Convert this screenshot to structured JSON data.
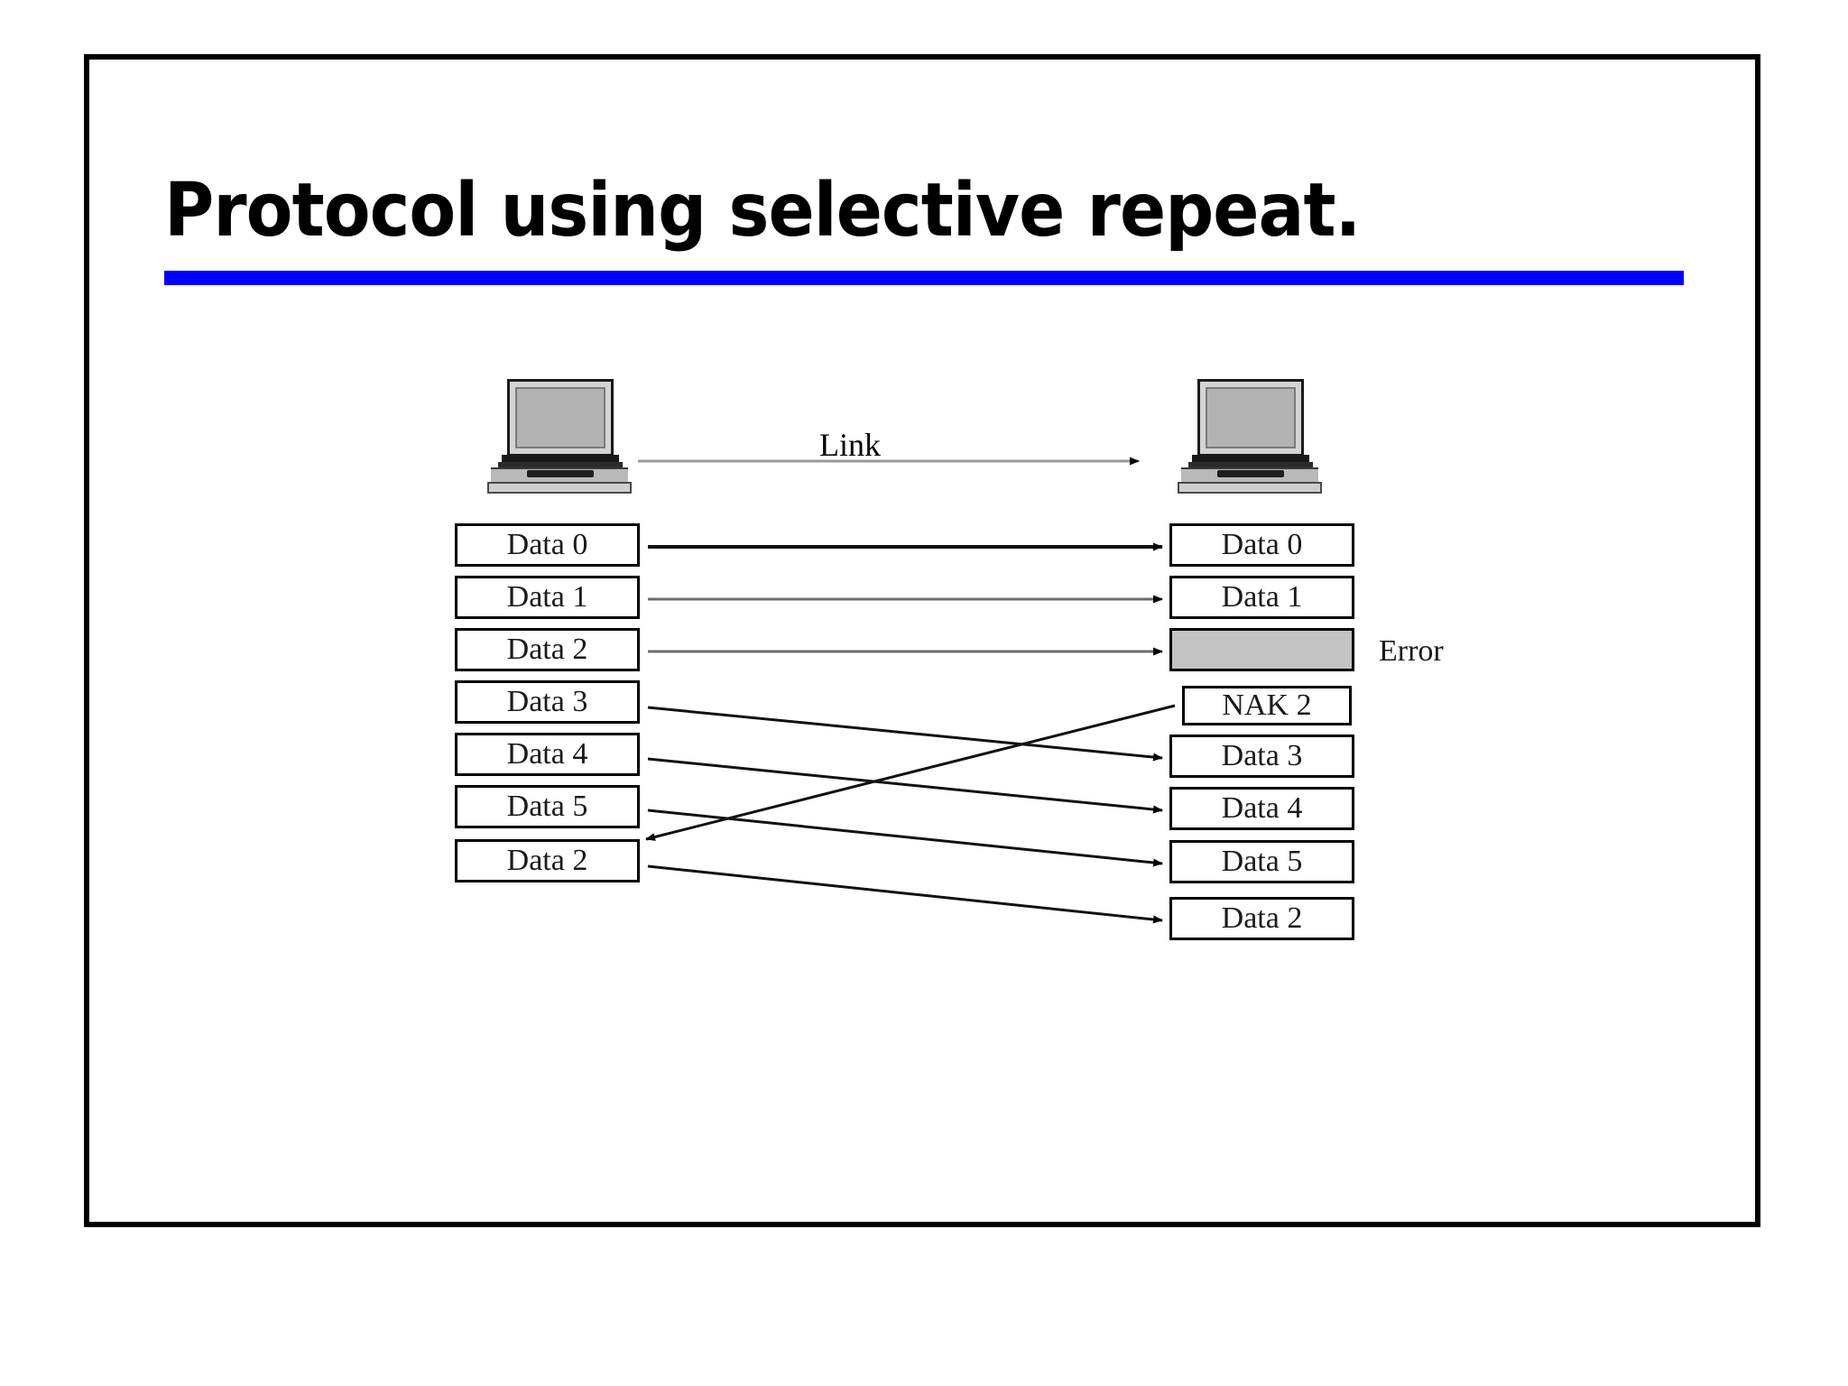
{
  "slide": {
    "title": "Protocol using selective repeat.",
    "rule_color": "#0000ff",
    "frame_border_color": "#000000",
    "background": "#ffffff"
  },
  "diagram": {
    "link_label": "Link",
    "error_label": "Error",
    "sender_icon": "laptop-icon",
    "receiver_icon": "laptop-icon",
    "error_fill": "#c3c3c3",
    "sender_frames": [
      {
        "label": "Data 0"
      },
      {
        "label": "Data 1"
      },
      {
        "label": "Data 2"
      },
      {
        "label": "Data 3"
      },
      {
        "label": "Data 4"
      },
      {
        "label": "Data 5"
      },
      {
        "label": "Data 2"
      }
    ],
    "receiver_frames": [
      {
        "label": "Data 0",
        "kind": "data"
      },
      {
        "label": "Data 1",
        "kind": "data"
      },
      {
        "label": "",
        "kind": "error"
      },
      {
        "label": "NAK 2",
        "kind": "nak"
      },
      {
        "label": "Data 3",
        "kind": "data"
      },
      {
        "label": "Data 4",
        "kind": "data"
      },
      {
        "label": "Data 5",
        "kind": "data"
      },
      {
        "label": "Data 2",
        "kind": "data"
      }
    ]
  }
}
